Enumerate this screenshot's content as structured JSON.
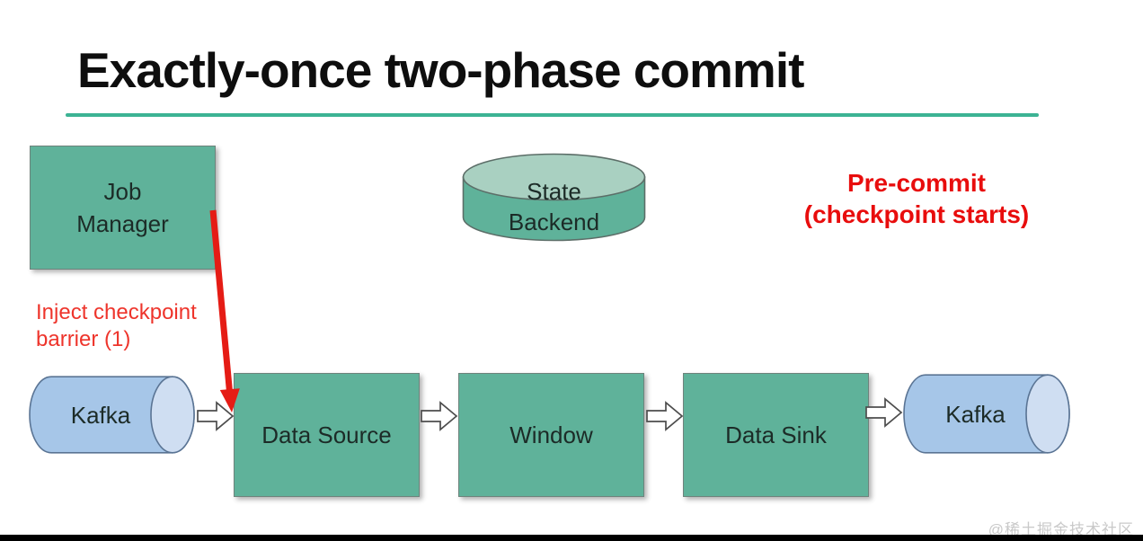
{
  "slide": {
    "title": "Exactly-once two-phase commit"
  },
  "nodes": {
    "job_manager": {
      "label": "Job Manager",
      "shape": "rect",
      "fill": "#5fb29a"
    },
    "state_backend": {
      "label": "State Backend",
      "shape": "cylinder-vertical",
      "fill": "#5fb29a",
      "cap_fill": "#a9d0c1"
    },
    "kafka_source": {
      "label": "Kafka",
      "shape": "cylinder-horizontal",
      "fill": "#a6c6e8",
      "cap_fill": "#cfdef2"
    },
    "data_source": {
      "label": "Data Source",
      "shape": "rect",
      "fill": "#5fb29a"
    },
    "window": {
      "label": "Window",
      "shape": "rect",
      "fill": "#5fb29a"
    },
    "data_sink": {
      "label": "Data Sink",
      "shape": "rect",
      "fill": "#5fb29a"
    },
    "kafka_sink": {
      "label": "Kafka",
      "shape": "cylinder-horizontal",
      "fill": "#a6c6e8",
      "cap_fill": "#cfdef2"
    }
  },
  "annotations": {
    "pre_commit": {
      "line1": "Pre-commit",
      "line2": "(checkpoint starts)",
      "color": "#e80d0d"
    },
    "inject_barrier": {
      "line1": "Inject checkpoint",
      "line2": "barrier (1)",
      "color": "#ee342b"
    }
  },
  "edges": {
    "flow": [
      "kafka_source > data_source",
      "data_source > window",
      "window > data_sink",
      "data_sink > kafka_sink"
    ],
    "checkpoint_barrier": "job_manager > data_source (red arrow)"
  },
  "colors": {
    "accent_underline": "#3cb394",
    "box_green": "#5fb29a",
    "kafka_blue": "#a6c6e8",
    "red_annotation": "#e80d0d",
    "title_text": "#0e0e0e"
  },
  "watermark": {
    "text": "@稀土掘金技术社区"
  }
}
